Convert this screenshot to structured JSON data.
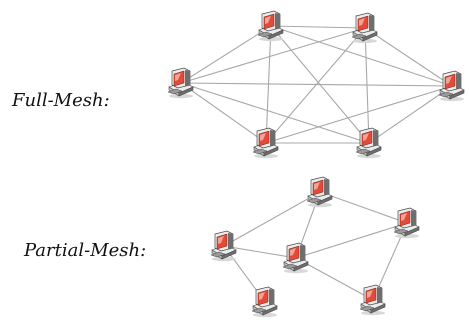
{
  "colors": {
    "link": "#a8a8a8",
    "screen_red": "#e14b3a",
    "screen_pink": "#f7b2a6",
    "case_light": "#ececec",
    "case_mid": "#bfbfbf",
    "case_dark": "#6e6e6e",
    "outline": "#4a4a4a"
  },
  "full_mesh": {
    "label": "Full-Mesh:",
    "nodes": [
      {
        "id": "fm-top-left",
        "icon": "computer-icon"
      },
      {
        "id": "fm-top-right",
        "icon": "computer-icon"
      },
      {
        "id": "fm-left",
        "icon": "computer-icon"
      },
      {
        "id": "fm-right",
        "icon": "computer-icon"
      },
      {
        "id": "fm-bottom-left",
        "icon": "computer-icon"
      },
      {
        "id": "fm-bottom-right",
        "icon": "computer-icon"
      }
    ],
    "links": [
      [
        "fm-top-left",
        "fm-top-right"
      ],
      [
        "fm-top-left",
        "fm-left"
      ],
      [
        "fm-top-left",
        "fm-right"
      ],
      [
        "fm-top-left",
        "fm-bottom-left"
      ],
      [
        "fm-top-left",
        "fm-bottom-right"
      ],
      [
        "fm-top-right",
        "fm-left"
      ],
      [
        "fm-top-right",
        "fm-right"
      ],
      [
        "fm-top-right",
        "fm-bottom-left"
      ],
      [
        "fm-top-right",
        "fm-bottom-right"
      ],
      [
        "fm-left",
        "fm-right"
      ],
      [
        "fm-left",
        "fm-bottom-left"
      ],
      [
        "fm-left",
        "fm-bottom-right"
      ],
      [
        "fm-right",
        "fm-bottom-left"
      ],
      [
        "fm-right",
        "fm-bottom-right"
      ],
      [
        "fm-bottom-left",
        "fm-bottom-right"
      ]
    ]
  },
  "partial_mesh": {
    "label": "Partial-Mesh:",
    "nodes": [
      {
        "id": "pm-top",
        "icon": "computer-icon"
      },
      {
        "id": "pm-right",
        "icon": "computer-icon"
      },
      {
        "id": "pm-left",
        "icon": "computer-icon"
      },
      {
        "id": "pm-center",
        "icon": "computer-icon"
      },
      {
        "id": "pm-bottom-left",
        "icon": "computer-icon"
      },
      {
        "id": "pm-bottom-right",
        "icon": "computer-icon"
      }
    ],
    "links": [
      [
        "pm-top",
        "pm-right"
      ],
      [
        "pm-top",
        "pm-left"
      ],
      [
        "pm-top",
        "pm-center"
      ],
      [
        "pm-left",
        "pm-center"
      ],
      [
        "pm-left",
        "pm-bottom-left"
      ],
      [
        "pm-center",
        "pm-right"
      ],
      [
        "pm-center",
        "pm-bottom-right"
      ],
      [
        "pm-right",
        "pm-bottom-right"
      ]
    ]
  }
}
